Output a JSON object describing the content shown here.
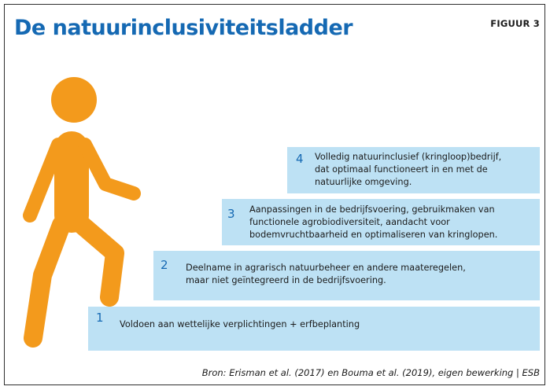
{
  "header": {
    "title": "De natuurinclusiviteitsladder",
    "figure_label": "FIGUUR 3"
  },
  "steps": [
    {
      "number": "1",
      "text": "Voldoen aan wettelijke verplichtingen + erfbeplanting"
    },
    {
      "number": "2",
      "text": "Deelname in agrarisch natuurbeheer en andere maateregelen,\nmaar niet geïntegreerd in de bedrijfsvoering."
    },
    {
      "number": "3",
      "text": "Aanpassingen in de bedrijfsvoering, gebruikmaken van\nfunctionele agrobiodiversiteit, aandacht voor\nbodemvruchtbaarheid en optimaliseren van kringlopen."
    },
    {
      "number": "4",
      "text": "Volledig natuurinclusief (kringloop)bedrijf,\ndat optimaal functioneert in en met de\nnatuurlijke omgeving."
    }
  ],
  "footer": {
    "source": "Bron: Erisman et al. (2017) en Bouma et al. (2019), eigen bewerking | ESB"
  },
  "figure": {
    "icon": "walking-person-icon",
    "color": "#f39a1c"
  },
  "colors": {
    "title": "#1569b3",
    "step_fill": "#bde1f4",
    "step_number": "#1569b3"
  }
}
